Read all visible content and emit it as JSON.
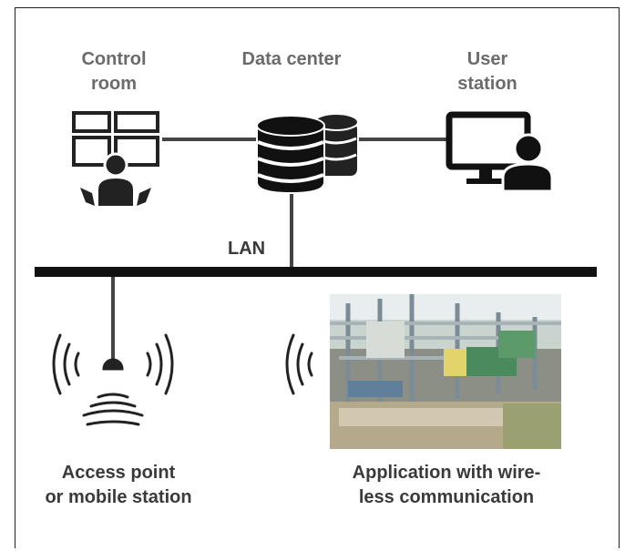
{
  "nodes": {
    "control_room": {
      "label_line1": "Control",
      "label_line2": "room",
      "icon": "control-room-icon"
    },
    "data_center": {
      "label": "Data center",
      "icon": "database-icon"
    },
    "user_station": {
      "label_line1": "User",
      "label_line2": "station",
      "icon": "user-workstation-icon"
    },
    "lan": {
      "label": "LAN"
    },
    "access_point": {
      "label_line1": "Access point",
      "label_line2": "or mobile station",
      "icon": "wireless-access-point-icon"
    },
    "application": {
      "label_line1": "Application with wire-",
      "label_line2": "less communication",
      "icon": "industrial-plant-photo"
    }
  },
  "colors": {
    "bus": "#111111",
    "link": "#444444",
    "label_gray": "#6b6b6b",
    "label_dark": "#3a3a3a"
  }
}
